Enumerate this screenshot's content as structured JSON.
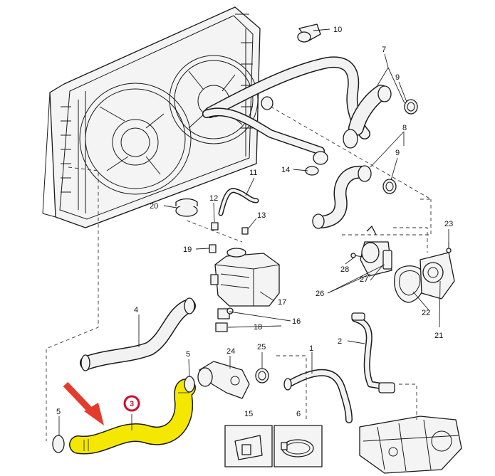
{
  "highlight_color": "#f5e800",
  "arrow_color": "#e53b2c",
  "badge_color": "#c8102e",
  "selected_part": "3",
  "callouts": {
    "c1": "1",
    "c2": "2",
    "c3": "3",
    "c4": "4",
    "c5a": "5",
    "c5b": "5",
    "c6": "6",
    "c7": "7",
    "c8": "8",
    "c9a": "9",
    "c9b": "9",
    "c10": "10",
    "c11": "11",
    "c12": "12",
    "c13": "13",
    "c14": "14",
    "c15": "15",
    "c16": "16",
    "c17": "17",
    "c18": "18",
    "c19": "19",
    "c20": "20",
    "c21": "21",
    "c22": "22",
    "c23": "23",
    "c24": "24",
    "c25": "25",
    "c26": "26",
    "c27": "27",
    "c28": "28"
  }
}
